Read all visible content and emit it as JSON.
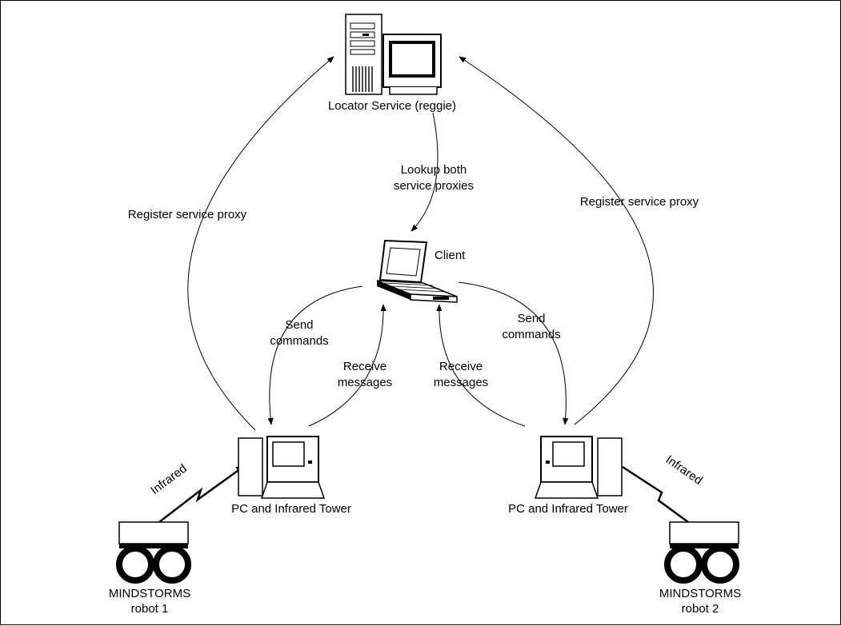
{
  "diagram": {
    "nodes": {
      "locator": {
        "label": "Locator Service (reggie)",
        "icon": "server-and-monitor-icon"
      },
      "client": {
        "label": "Client",
        "icon": "laptop-icon"
      },
      "pc_left": {
        "label": "PC and Infrared Tower",
        "icon": "pc-tower-icon"
      },
      "pc_right": {
        "label": "PC and Infrared Tower",
        "icon": "pc-tower-icon"
      },
      "robot_left": {
        "line1": "MINDSTORMS",
        "line2": "robot 1",
        "icon": "robot-icon"
      },
      "robot_right": {
        "line1": "MINDSTORMS",
        "line2": "robot 2",
        "icon": "robot-icon"
      }
    },
    "edges": {
      "register_left": "Register service proxy",
      "register_right": "Register service proxy",
      "lookup": {
        "line1": "Lookup both",
        "line2": "service proxies"
      },
      "send_left": {
        "line1": "Send",
        "line2": "commands"
      },
      "send_right": {
        "line1": "Send",
        "line2": "commands"
      },
      "receive_left": {
        "line1": "Receive",
        "line2": "messages"
      },
      "receive_right": {
        "line1": "Receive",
        "line2": "messages"
      },
      "infrared_left": "Infrared",
      "infrared_right": "Infrared"
    }
  }
}
